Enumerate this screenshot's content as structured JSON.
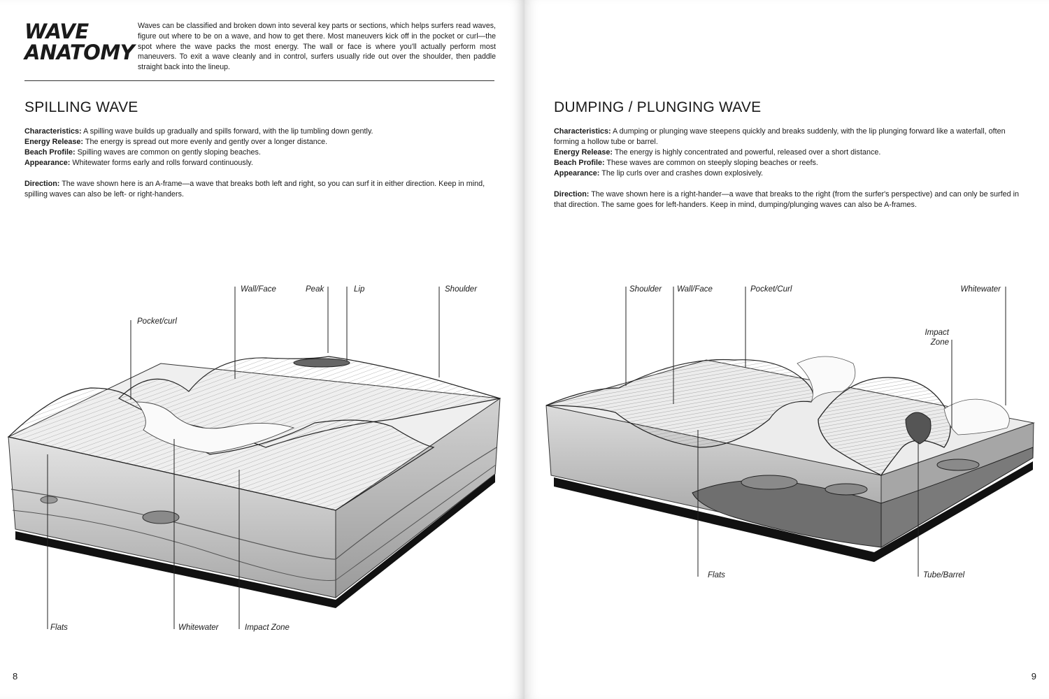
{
  "left_page": {
    "title": "WAVE ANATOMY",
    "intro": "Waves can be classified and broken down into several key parts or sections, which helps surfers read waves, figure out where to be on a wave, and how to get there. Most maneuvers kick off in the pocket or curl—the spot where the wave packs the most energy. The wall or face is where you'll actually perform most maneuvers. To exit a wave cleanly and in control, surfers usually ride out over the shoulder, then paddle straight back into the lineup.",
    "section_title": "SPILLING WAVE",
    "characteristics_label": "Characteristics:",
    "characteristics": "A spilling wave builds up gradually and spills forward, with the lip tumbling down gently.",
    "energy_label": "Energy Release:",
    "energy": "The energy is spread out more evenly and gently over a longer distance.",
    "beach_label": "Beach Profile:",
    "beach": "Spilling waves are common on gently sloping beaches.",
    "appearance_label": "Appearance:",
    "appearance": "Whitewater forms early and rolls forward continuously.",
    "direction_label": "Direction:",
    "direction": "The wave shown here is an A-frame—a wave that breaks both left and right, so you can surf it in either direction. Keep in mind, spilling waves can also be left- or right-handers.",
    "labels": {
      "wall_face": "Wall/Face",
      "peak": "Peak",
      "lip": "Lip",
      "shoulder": "Shoulder",
      "pocket_curl": "Pocket/curl",
      "flats": "Flats",
      "whitewater": "Whitewater",
      "impact_zone": "Impact Zone"
    },
    "page_number": "8"
  },
  "right_page": {
    "section_title": "DUMPING / PLUNGING WAVE",
    "characteristics_label": "Characteristics:",
    "characteristics": "A dumping or plunging wave steepens quickly and breaks suddenly, with the lip plunging forward like a waterfall, often forming a hollow tube or barrel.",
    "energy_label": "Energy Release:",
    "energy": "The energy is highly concentrated and powerful, released over a short distance.",
    "beach_label": "Beach Profile:",
    "beach": "These waves are common on steeply sloping beaches or reefs.",
    "appearance_label": "Appearance:",
    "appearance": "The lip curls over and crashes down explosively.",
    "direction_label": "Direction:",
    "direction": "The wave shown here is a right-hander—a wave that breaks to the right (from the surfer's perspective) and can only be surfed in that direction. The same goes for left-handers. Keep in mind, dumping/plunging waves can also be A-frames.",
    "labels": {
      "shoulder": "Shoulder",
      "wall_face": "Wall/Face",
      "pocket_curl": "Pocket/Curl",
      "whitewater": "Whitewater",
      "impact_zone_1": "Impact",
      "impact_zone_2": "Zone",
      "flats": "Flats",
      "tube_barrel": "Tube/Barrel"
    },
    "page_number": "9"
  }
}
